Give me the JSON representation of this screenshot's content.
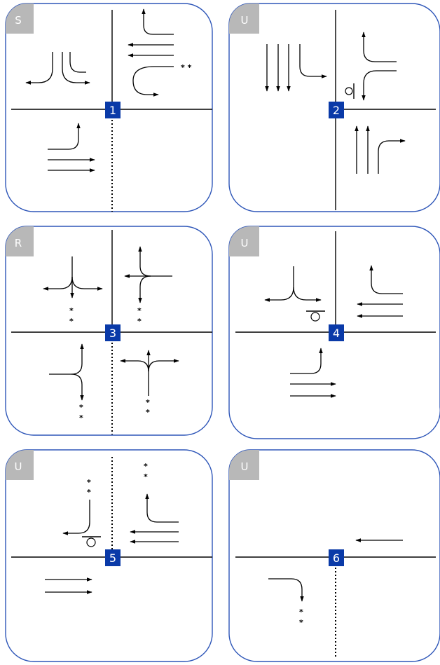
{
  "panels": [
    {
      "number": "1",
      "tag": "S",
      "tag_color": "#b8b8b8"
    },
    {
      "number": "2",
      "tag": "U",
      "tag_color": "#b8b8b8"
    },
    {
      "number": "3",
      "tag": "R",
      "tag_color": "#b8b8b8"
    },
    {
      "number": "4",
      "tag": "U",
      "tag_color": "#b8b8b8"
    },
    {
      "number": "5",
      "tag": "U",
      "tag_color": "#b8b8b8"
    },
    {
      "number": "6",
      "tag": "U",
      "tag_color": "#b8b8b8"
    }
  ],
  "marker": "* *",
  "colors": {
    "border": "#2e56b8",
    "number_badge": "#0a3aa8",
    "tag": "#b8b8b8"
  }
}
